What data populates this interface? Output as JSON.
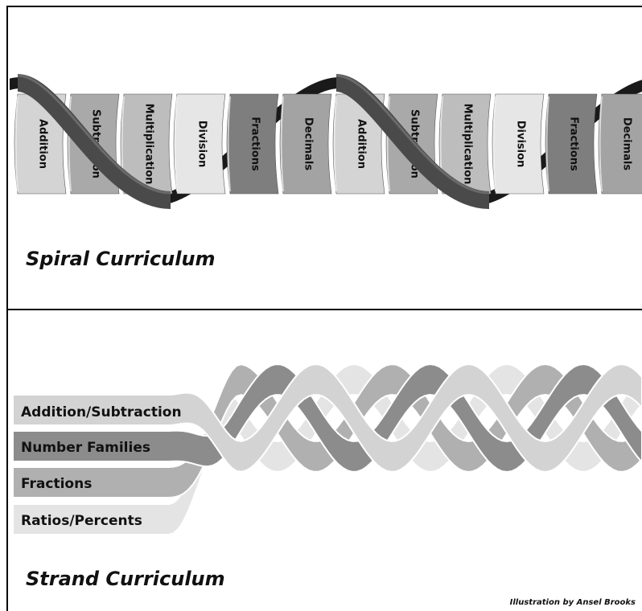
{
  "spiral": {
    "title": "Spiral Curriculum",
    "segments": [
      {
        "label": "Addition",
        "color": "#d4d4d4"
      },
      {
        "label": "Subtraction",
        "color": "#a9a9a9"
      },
      {
        "label": "Multiplication",
        "color": "#bdbdbd"
      },
      {
        "label": "Division",
        "color": "#e6e6e6"
      },
      {
        "label": "Fractions",
        "color": "#7e7e7e"
      },
      {
        "label": "Decimals",
        "color": "#a3a3a3"
      },
      {
        "label": "Addition",
        "color": "#d4d4d4"
      },
      {
        "label": "Subtraction",
        "color": "#a9a9a9"
      },
      {
        "label": "Multiplication",
        "color": "#bdbdbd"
      },
      {
        "label": "Division",
        "color": "#e6e6e6"
      },
      {
        "label": "Fractions",
        "color": "#7e7e7e"
      },
      {
        "label": "Decimals",
        "color": "#a3a3a3"
      }
    ]
  },
  "strand": {
    "title": "Strand Curriculum",
    "strands": [
      {
        "label": "Addition/Subtraction",
        "color": "#d3d3d3"
      },
      {
        "label": "Number Families",
        "color": "#8c8c8c"
      },
      {
        "label": "Fractions",
        "color": "#b0b0b0"
      },
      {
        "label": "Ratios/Percents",
        "color": "#e4e4e4"
      }
    ]
  },
  "credit": "Illustration by Ansel Brooks"
}
